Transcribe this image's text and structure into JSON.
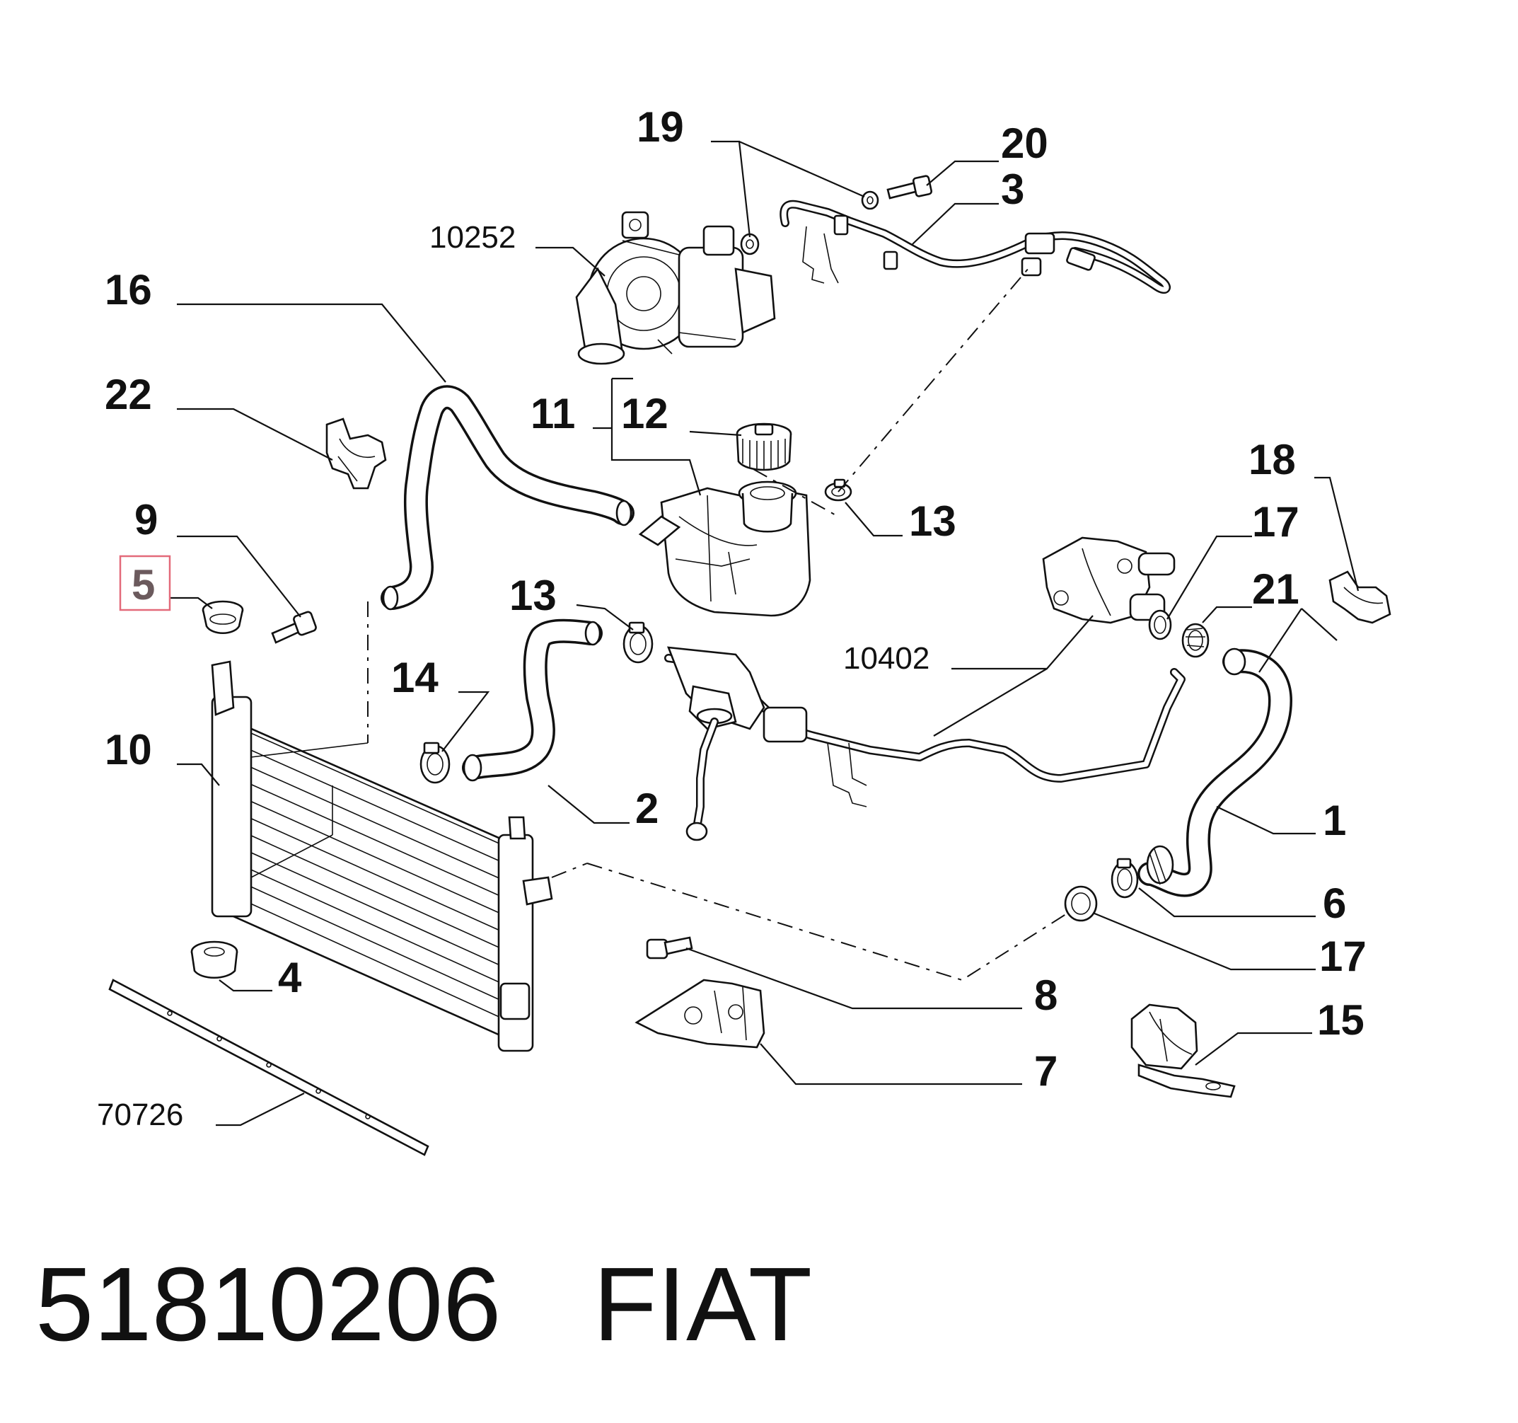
{
  "diagram": {
    "callouts": {
      "c1": "1",
      "c2": "2",
      "c3": "3",
      "c4": "4",
      "c5": "5",
      "c6": "6",
      "c7": "7",
      "c8": "8",
      "c9": "9",
      "c10": "10",
      "c11": "11",
      "c12": "12",
      "c13a": "13",
      "c13b": "13",
      "c14": "14",
      "c15": "15",
      "c16": "16",
      "c17a": "17",
      "c17b": "17",
      "c18": "18",
      "c19": "19",
      "c20": "20",
      "c21": "21",
      "c22": "22"
    },
    "references": {
      "r10252": "10252",
      "r10402": "10402",
      "r70726": "70726"
    },
    "highlighted_callout": "5",
    "highlight_color": "#e36a7a"
  },
  "footer": {
    "part_number": "51810206",
    "brand": "FIAT"
  }
}
